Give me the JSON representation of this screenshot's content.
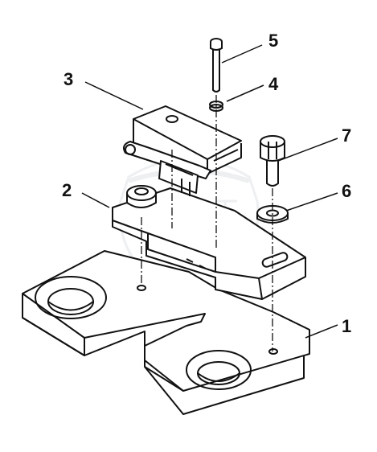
{
  "diagram": {
    "callouts": [
      {
        "id": "1",
        "label": "1"
      },
      {
        "id": "2",
        "label": "2"
      },
      {
        "id": "3",
        "label": "3"
      },
      {
        "id": "4",
        "label": "4"
      },
      {
        "id": "5",
        "label": "5"
      },
      {
        "id": "6",
        "label": "6"
      },
      {
        "id": "7",
        "label": "7"
      }
    ]
  },
  "colors": {
    "line": "#111111",
    "paper": "#ffffff",
    "watermark": "#7a8a9a"
  }
}
